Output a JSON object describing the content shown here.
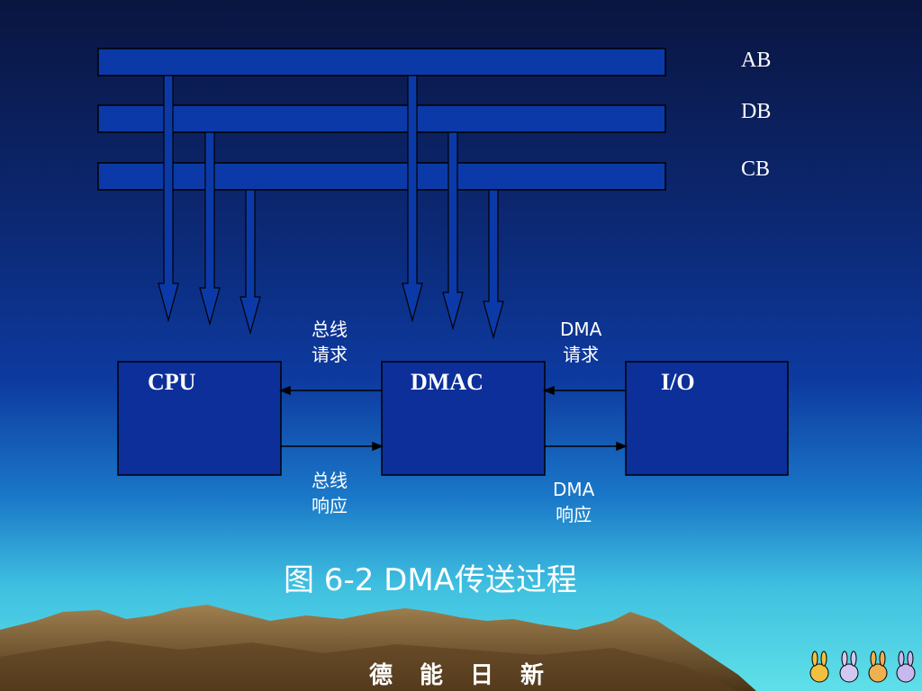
{
  "buses": {
    "ab": "AB",
    "db": "DB",
    "cb": "CB"
  },
  "boxes": {
    "cpu": "CPU",
    "dmac": "DMAC",
    "io": "I/O"
  },
  "signals": {
    "bus_request": [
      "总线",
      "请求"
    ],
    "bus_response": [
      "总线",
      "响应"
    ],
    "dma_request": [
      "DMA",
      "请求"
    ],
    "dma_response": [
      "DMA",
      "响应"
    ]
  },
  "caption": "图 6-2  DMA传送过程",
  "footer": "德能日新",
  "colors": {
    "bus_fill": "#0b3aa8",
    "box_fill": "#0c2f9a",
    "outline": "#000000",
    "text": "#ffffff",
    "mountain": "#7a5a32"
  }
}
